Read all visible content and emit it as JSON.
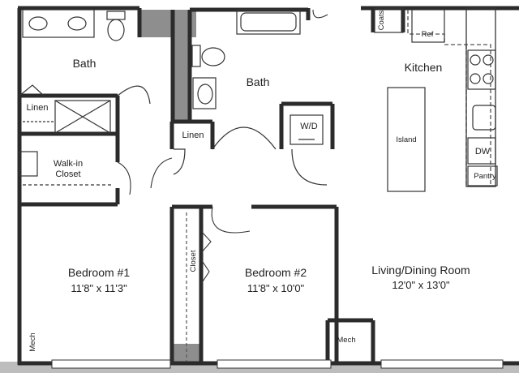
{
  "floor_plan": {
    "rooms": {
      "bath_left": "Bath",
      "bath_center": "Bath",
      "kitchen": "Kitchen",
      "walkin_line1": "Walk-in",
      "walkin_line2": "Closet",
      "bedroom1_name": "Bedroom #1",
      "bedroom1_dims": "11'8\" x 11'3\"",
      "bedroom2_name": "Bedroom #2",
      "bedroom2_dims": "11'8\" x 10'0\"",
      "living_name": "Living/Dining Room",
      "living_dims": "12'0\" x 13'0\""
    },
    "fixtures": {
      "linen_left": "Linen",
      "linen_center": "Linen",
      "washer_dryer": "W/D",
      "island": "Island",
      "fridge": "Ref",
      "coats": "Coats",
      "dishwasher": "DW",
      "pantry": "Pantry",
      "closet": "Closet",
      "mech_left": "Mech",
      "mech_right": "Mech"
    },
    "colors": {
      "wall": "#2b2b2b",
      "structure": "#8e8e8e",
      "line": "#333333"
    }
  }
}
